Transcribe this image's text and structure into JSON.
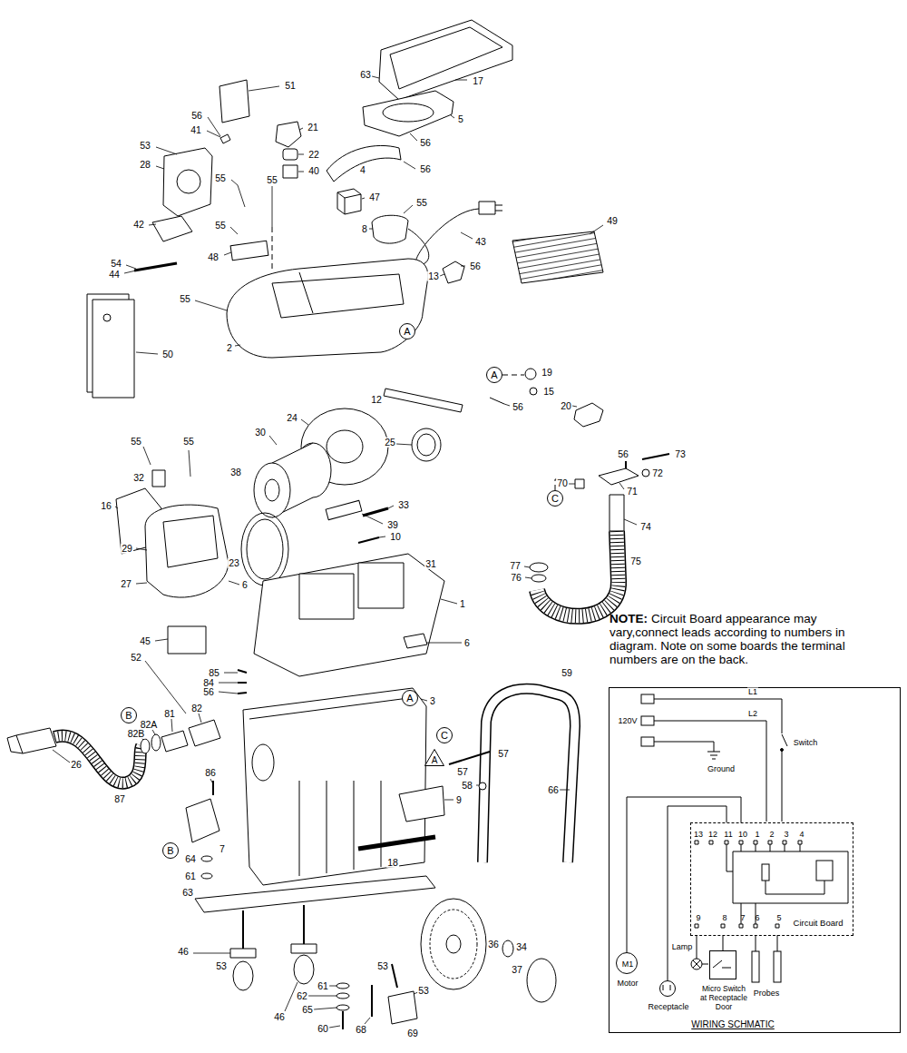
{
  "diagram": {
    "nodes": [
      {
        "text": [
          "A"
        ]
      },
      {
        "text": [
          "A"
        ]
      },
      {
        "text": [
          "C"
        ]
      },
      {
        "text": [
          "A"
        ]
      },
      {
        "text": [
          "B"
        ]
      },
      {
        "text": [
          "C"
        ]
      },
      {
        "text": [
          "A"
        ]
      },
      {
        "text": [
          "B"
        ]
      },
      {
        "text": [
          "WIRING SCHMATIC"
        ]
      },
      {
        "text": [
          "13",
          "12",
          "11",
          "10",
          "1",
          "2",
          "3",
          "4",
          "9",
          "8",
          "7",
          "6",
          "5",
          "Circuit Board"
        ],
        "in": 8
      },
      {
        "text": [
          "M1",
          "Motor"
        ],
        "in": 8
      },
      {
        "text": [
          "Receptacle"
        ],
        "in": 8
      },
      {
        "text": [
          "Micro Switch at Receptacle Door"
        ],
        "in": 8
      }
    ],
    "edges": [
      {
        "from": 10,
        "to": 9,
        "arrow": "none"
      },
      {
        "from": 11,
        "to": 9,
        "arrow": "none"
      },
      {
        "from": 12,
        "to": 9,
        "arrow": "none"
      }
    ],
    "labels": [
      "63",
      "17",
      "51",
      "56",
      "5",
      "21",
      "41",
      "56",
      "53",
      "22",
      "28",
      "4",
      "56",
      "40",
      "55",
      "55",
      "47",
      "55",
      "49",
      "42",
      "55",
      "8",
      "43",
      "48",
      "54",
      "56",
      "44",
      "13",
      "55",
      "2",
      "50",
      "19",
      "15",
      "12",
      "56",
      "20",
      "24",
      "30",
      "55",
      "55",
      "25",
      "73",
      "56",
      "38",
      "72",
      "32",
      "70",
      "71",
      "33",
      "16",
      "39",
      "74",
      "10",
      "29",
      "75",
      "23",
      "31",
      "77",
      "76",
      "27",
      "6",
      "1",
      "6",
      "45",
      "52",
      "85",
      "59",
      "84",
      "56",
      "3",
      "82",
      "81",
      "82A",
      "82B",
      "26",
      "57",
      "57",
      "86",
      "58",
      "66",
      "87",
      "9",
      "7",
      "64",
      "18",
      "61",
      "63",
      "36",
      "34",
      "46",
      "53",
      "53",
      "37",
      "53",
      "62",
      "65",
      "46",
      "61",
      "60",
      "68",
      "69",
      "NOTE:",
      "Circuit Board appearance may vary,connect leads according to numbers in diagram. Note on some boards the terminal numbers are on the back.",
      "120V",
      "L1",
      "L2",
      "Switch",
      "Ground",
      "Lamp",
      "Probes"
    ]
  }
}
